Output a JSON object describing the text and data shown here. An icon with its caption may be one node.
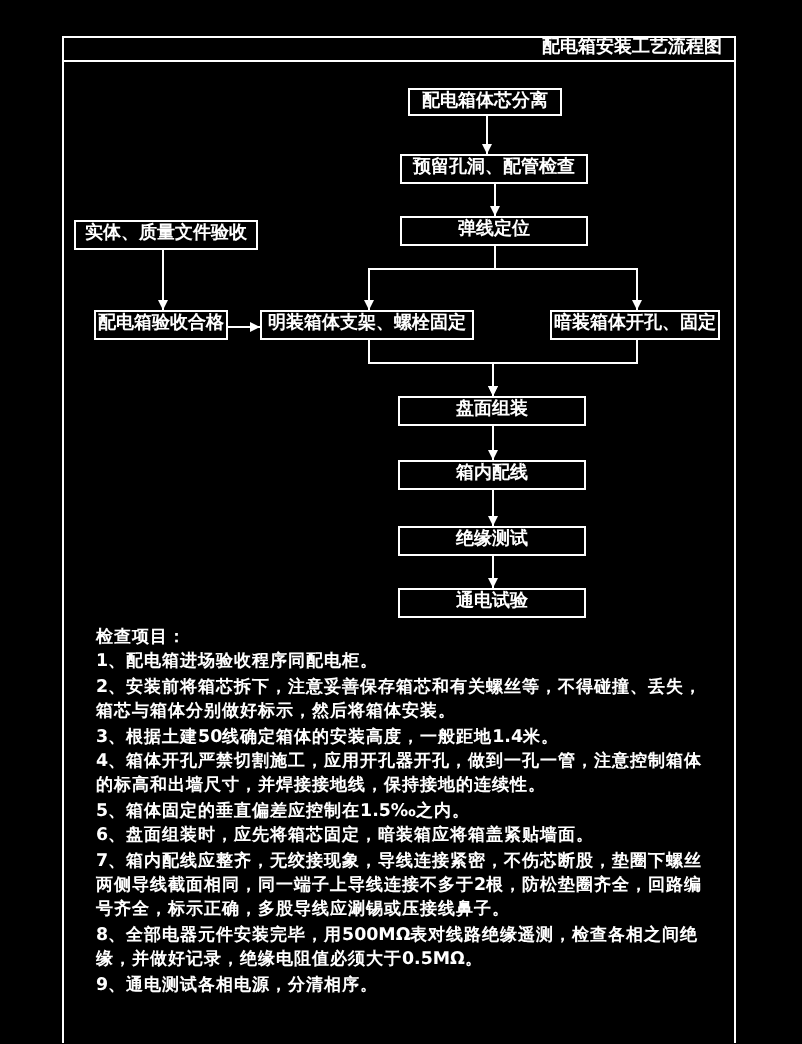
{
  "diagram": {
    "title": "配电箱安装工艺流程图",
    "nodes": [
      {
        "text": [
          "配电箱体芯分离"
        ]
      },
      {
        "text": [
          "预留孔洞、配管检查"
        ]
      },
      {
        "text": [
          "弹线定位"
        ]
      },
      {
        "text": [
          "实体、质量文件验收"
        ]
      },
      {
        "text": [
          "配电箱验收合格"
        ]
      },
      {
        "text": [
          "明装箱体支架、螺栓固定"
        ]
      },
      {
        "text": [
          "暗装箱体开孔、固定"
        ]
      },
      {
        "text": [
          "盘面组装"
        ]
      },
      {
        "text": [
          "箱内配线"
        ]
      },
      {
        "text": [
          "绝缘测试"
        ]
      },
      {
        "text": [
          "通电试验"
        ]
      }
    ],
    "edges": [
      {
        "from": 0,
        "to": 1,
        "arrow": "to"
      },
      {
        "from": 1,
        "to": 2,
        "arrow": "to"
      },
      {
        "from": 2,
        "to": 5,
        "arrow": "to"
      },
      {
        "from": 2,
        "to": 6,
        "arrow": "to"
      },
      {
        "from": 3,
        "to": 4,
        "arrow": "to"
      },
      {
        "from": 4,
        "to": 5,
        "arrow": "to"
      },
      {
        "from": 5,
        "to": 7,
        "arrow": "to"
      },
      {
        "from": 6,
        "to": 7,
        "arrow": "to"
      },
      {
        "from": 7,
        "to": 8,
        "arrow": "to"
      },
      {
        "from": 8,
        "to": 9,
        "arrow": "to"
      },
      {
        "from": 9,
        "to": 10,
        "arrow": "to"
      }
    ],
    "labels": [
      "检查项目：",
      "1、配电箱进场验收程序同配电柜。",
      "2、安装前将箱芯拆下，注意妥善保存箱芯和有关螺丝等，不得碰撞、丢失，箱芯与箱体分别做好标示，然后将箱体安装。",
      "3、根据土建50线确定箱体的安装高度，一般距地1.4米。",
      "4、箱体开孔严禁切割施工，应用开孔器开孔，做到一孔一管，注意控制箱体的标高和出墙尺寸，并焊接接地线，保持接地的连续性。",
      "5、箱体固定的垂直偏差应控制在1.5‰之内。",
      "6、盘面组装时，应先将箱芯固定，暗装箱应将箱盖紧贴墙面。",
      "7、箱内配线应整齐，无绞接现象，导线连接紧密，不伤芯断股，垫圈下螺丝两侧导线截面相同，同一端子上导线连接不多于2根，防松垫圈齐全，回路编号齐全，标示正确，多股导线应涮锡或压接线鼻子。",
      "8、全部电器元件安装完毕，用500MΩ表对线路绝缘遥测，检查各相之间绝缘，并做好记录，绝缘电阻值必须大于0.5MΩ。",
      "9、通电测试各相电源，分清相序。"
    ]
  }
}
